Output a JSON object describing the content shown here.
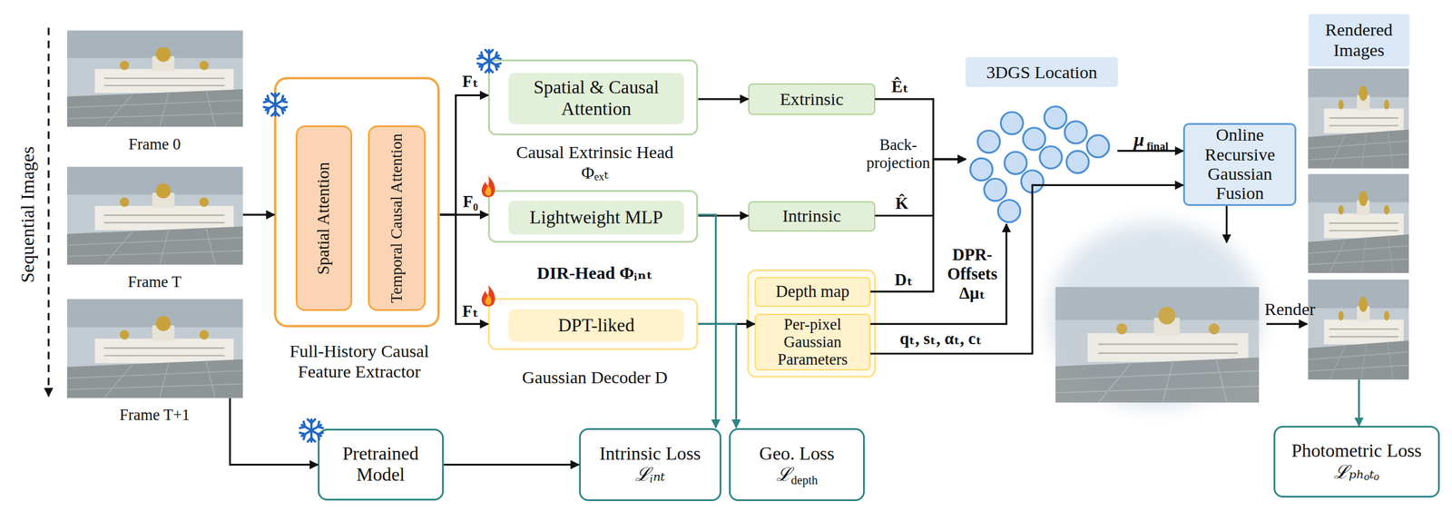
{
  "diagram": {
    "nodes": [
      {
        "text": [
          "Frame 0"
        ]
      },
      {
        "text": [
          "Frame T"
        ]
      },
      {
        "text": [
          "Frame T+1"
        ]
      },
      {
        "text": [
          "Full-History Causal Feature Extractor"
        ]
      },
      {
        "text": [
          "Spatial Attention"
        ],
        "in": 3
      },
      {
        "text": [
          "Temporal Causal Attention"
        ],
        "in": 3
      },
      {
        "text": [
          "Causal Extrinsic Head Φₑₓₜ"
        ]
      },
      {
        "text": [
          "Spatial & Causal Attention"
        ],
        "in": 6
      },
      {
        "text": [
          "DIR-Head Φᵢₙₜ"
        ]
      },
      {
        "text": [
          "Lightweight MLP"
        ],
        "in": 8
      },
      {
        "text": [
          "Gaussian Decoder D"
        ]
      },
      {
        "text": [
          "DPT-liked"
        ],
        "in": 10
      },
      {
        "text": [
          "Extrinsic"
        ]
      },
      {
        "text": [
          "Intrinsic"
        ]
      },
      {
        "text": [
          "Depth map"
        ]
      },
      {
        "text": [
          "Per-pixel Gaussian Parameters"
        ]
      },
      {
        "text": [
          "3DGS Location"
        ]
      },
      {
        "text": [
          "Online Recursive Gaussian Fusion"
        ]
      },
      {
        "text": [
          "Rendered Images"
        ]
      },
      {
        "text": [
          "Pretrained Model"
        ]
      },
      {
        "text": [
          "Intrinsic Loss",
          "ℒᵢₙₜ"
        ]
      },
      {
        "text": [
          "Geo. Loss",
          "ℒ",
          "depth"
        ]
      },
      {
        "text": [
          "Photometric Loss",
          "ℒₚₕₒₜₒ"
        ]
      }
    ],
    "edges": [
      {
        "from": 1,
        "to": 3,
        "arrow": "to"
      },
      {
        "from": 3,
        "to": 6,
        "label": "Fₜ",
        "arrow": "to"
      },
      {
        "from": 3,
        "to": 8,
        "label": "F₀",
        "arrow": "to"
      },
      {
        "from": 3,
        "to": 10,
        "label": "Fₜ",
        "arrow": "to"
      },
      {
        "from": 6,
        "to": 12,
        "arrow": "to"
      },
      {
        "from": 8,
        "to": 13,
        "arrow": "to"
      },
      {
        "from": 10,
        "to": 15,
        "arrow": "to"
      },
      {
        "from": 12,
        "to": 16,
        "label": "Êₜ",
        "arrow": "to"
      },
      {
        "from": 13,
        "to": 16,
        "label": "K̂",
        "arrow": "to"
      },
      {
        "from": 14,
        "to": 16,
        "label": "Dₜ",
        "arrow": "to"
      },
      {
        "from": 15,
        "to": 16,
        "label": "DPR-Offsets Δμₜ",
        "arrow": "to"
      },
      {
        "from": 15,
        "to": 17,
        "label": "qₜ, sₜ, αₜ, cₜ",
        "arrow": "to"
      },
      {
        "from": 16,
        "to": 17,
        "arrow": "to"
      },
      {
        "from": 18,
        "to": 22,
        "arrow": "to"
      },
      {
        "from": 2,
        "to": 19,
        "arrow": "to"
      },
      {
        "from": 19,
        "to": 20,
        "arrow": "to"
      },
      {
        "from": 8,
        "to": 20,
        "arrow": "to"
      },
      {
        "from": 10,
        "to": 21,
        "arrow": "to"
      }
    ],
    "labels": [
      "Sequential Images",
      "Back-projection",
      "μ",
      "final",
      "Render"
    ]
  }
}
